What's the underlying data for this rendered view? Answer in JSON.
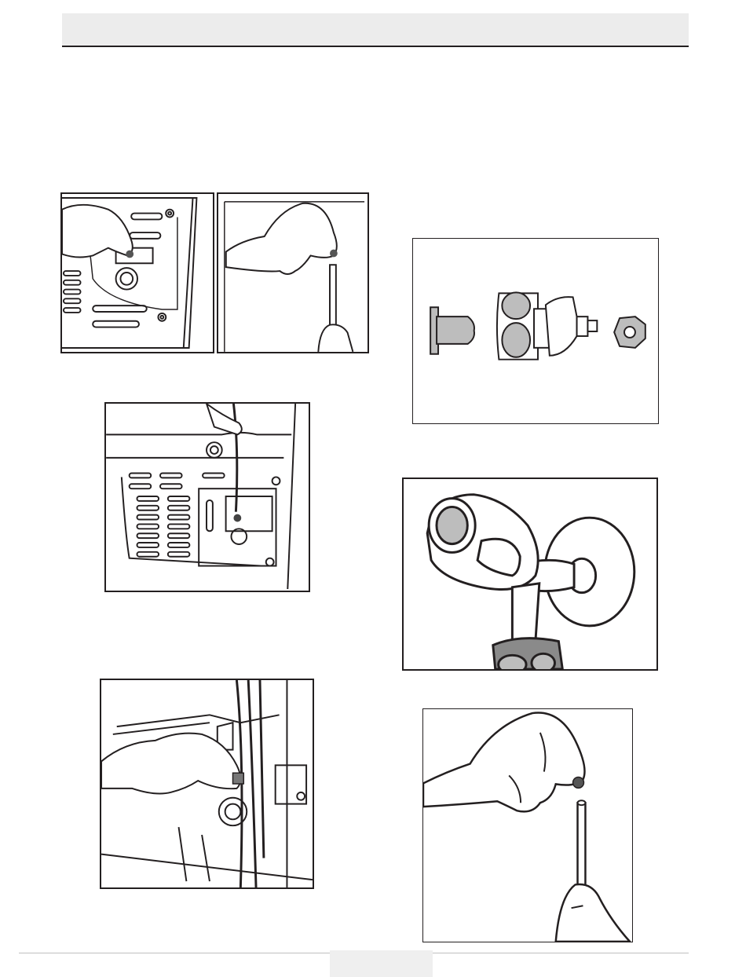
{
  "page": {
    "header": {
      "title": ""
    },
    "figures": [
      {
        "id": "fig-1a",
        "depicts": "hand-fitting-nut-on-cabinet-valve"
      },
      {
        "id": "fig-1b",
        "depicts": "hand-holding-nut-above-tube"
      },
      {
        "id": "fig-2",
        "depicts": "tube-connected-to-cabinet-valve"
      },
      {
        "id": "fig-3",
        "depicts": "hand-routing-tube-through-clip"
      },
      {
        "id": "fig-4",
        "depicts": "adapter-parts-set"
      },
      {
        "id": "fig-5",
        "depicts": "wall-tap-valve"
      },
      {
        "id": "fig-6",
        "depicts": "hand-holding-nut-above-tube"
      }
    ],
    "colors": {
      "line": "#231f20",
      "header_fill": "#ececec",
      "shade": "#bdbdbd",
      "dark_shade": "#8a8a8a"
    }
  }
}
